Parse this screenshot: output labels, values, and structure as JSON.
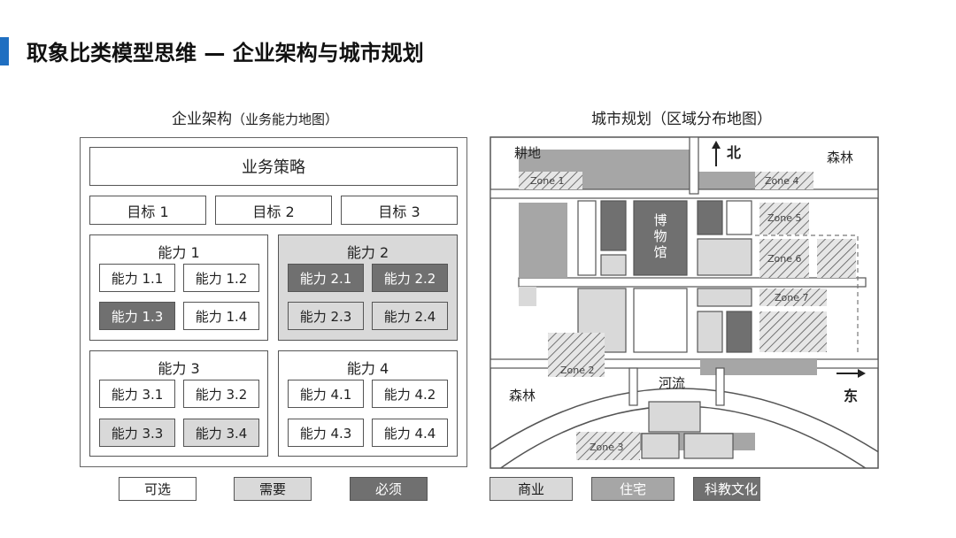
{
  "title": "取象比类模型思维 — 企业架构与城市规划",
  "left": {
    "title": "企业架构",
    "subtitle": "（业务能力地图）",
    "strategy": "业务策略",
    "goals": [
      "目标 1",
      "目标 2",
      "目标 3"
    ],
    "groups": [
      {
        "label": "能力 1",
        "caps": [
          "能力 1.1",
          "能力 1.2",
          "能力 1.3",
          "能力 1.4"
        ]
      },
      {
        "label": "能力 2",
        "caps": [
          "能力 2.1",
          "能力 2.2",
          "能力 2.3",
          "能力 2.4"
        ]
      },
      {
        "label": "能力 3",
        "caps": [
          "能力 3.1",
          "能力 3.2",
          "能力 3.3",
          "能力 3.4"
        ]
      },
      {
        "label": "能力 4",
        "caps": [
          "能力 4.1",
          "能力 4.2",
          "能力 4.3",
          "能力 4.4"
        ]
      }
    ],
    "legend": [
      "可选",
      "需要",
      "必须"
    ]
  },
  "right": {
    "title": "城市规划（区域分布地图）",
    "labels": {
      "farmland": "耕地",
      "north": "北",
      "forest_ne": "森林",
      "museum": "博物馆",
      "river": "河流",
      "forest_w": "森林",
      "east": "东"
    },
    "zones": [
      "Zone 1",
      "Zone 2",
      "Zone 3",
      "Zone 4",
      "Zone 5",
      "Zone 6",
      "Zone 7"
    ],
    "legend": [
      "商业",
      "住宅",
      "科教文化"
    ]
  },
  "colors": {
    "accent": "#1f6fc1",
    "optional": "#ffffff",
    "required": "#d9d9d9",
    "mandatory": "#707070",
    "commercial": "#d9d9d9",
    "residential": "#a6a6a6",
    "culture": "#707070"
  }
}
